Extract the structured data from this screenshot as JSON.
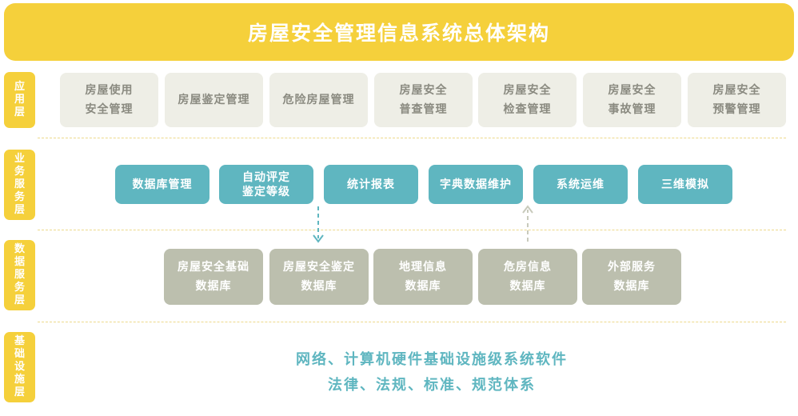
{
  "title": "房屋安全管理信息系统总体架构",
  "layers": {
    "application": {
      "label": "应用层",
      "items": [
        "房屋使用\n安全管理",
        "房屋鉴定管理",
        "危险房屋管理",
        "房屋安全\n普查管理",
        "房屋安全\n检查管理",
        "房屋安全\n事故管理",
        "房屋安全\n预警管理"
      ]
    },
    "business": {
      "label": "业务服务层",
      "items": [
        "数据库管理",
        "自动评定\n鉴定等级",
        "统计报表",
        "字典数据维护",
        "系统运维",
        "三维模拟"
      ]
    },
    "data": {
      "label": "数据服务层",
      "items": [
        "房屋安全基础\n数据库",
        "房屋安全鉴定\n数据库",
        "地理信息\n数据库",
        "危房信息\n数据库",
        "外部服务\n数据库"
      ]
    },
    "infrastructure": {
      "label": "基础设施层",
      "lines": [
        "网络、计算机硬件基础设施级系统软件",
        "法律、法规、标准、规范体系"
      ]
    }
  },
  "colors": {
    "title_bg": "#f5d03b",
    "layer_tab": "#f5d03b",
    "application_box": "#eeeee6",
    "business_box": "#5fb6c0",
    "data_box": "#bcbfae",
    "arrow_down": "#5fb6c0",
    "arrow_up": "#c8cabc"
  }
}
